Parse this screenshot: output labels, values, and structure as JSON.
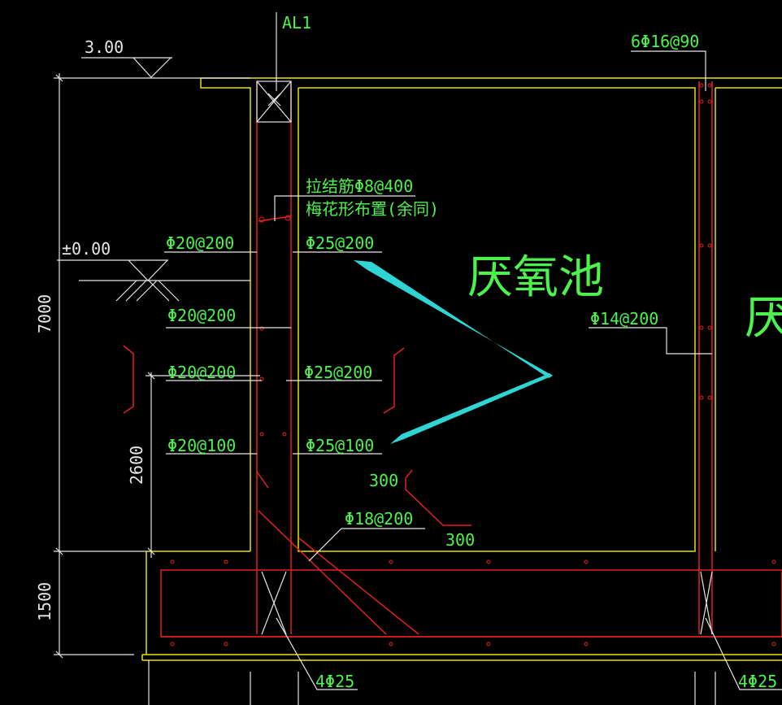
{
  "labels": {
    "beam": "AL1",
    "top_elev": "3.00",
    "ground_elev": "±0.00",
    "top_rebar": "6Φ16@90",
    "tie_bar_line1": "拉结筋Φ8@400",
    "tie_bar_line2": "梅花形布置(余同)",
    "left_rebar_1": "Φ20@200",
    "left_rebar_2": "Φ20@200",
    "left_rebar_3": "Φ20@200",
    "left_rebar_4": "Φ20@100",
    "mid_rebar_1": "Φ25@200",
    "mid_rebar_2": "Φ25@200",
    "mid_rebar_3": "Φ25@100",
    "right_rebar": "Φ14@200",
    "haunch_rebar": "Φ18@200",
    "haunch_w": "300",
    "haunch_h": "300",
    "bottom_bar_left": "4Φ25",
    "bottom_bar_right": "4Φ25",
    "dim_total": "7000",
    "dim_lower": "2600",
    "dim_base": "1500",
    "tank_name": "厌氧池",
    "tank_name_cut": "厌"
  },
  "colors": {
    "background": "#000000",
    "outline": "#e6e600",
    "rebar": "#e52020",
    "text": "#4df24d",
    "dimension": "#e6e6e6",
    "arrow": "#2fd4d4"
  }
}
